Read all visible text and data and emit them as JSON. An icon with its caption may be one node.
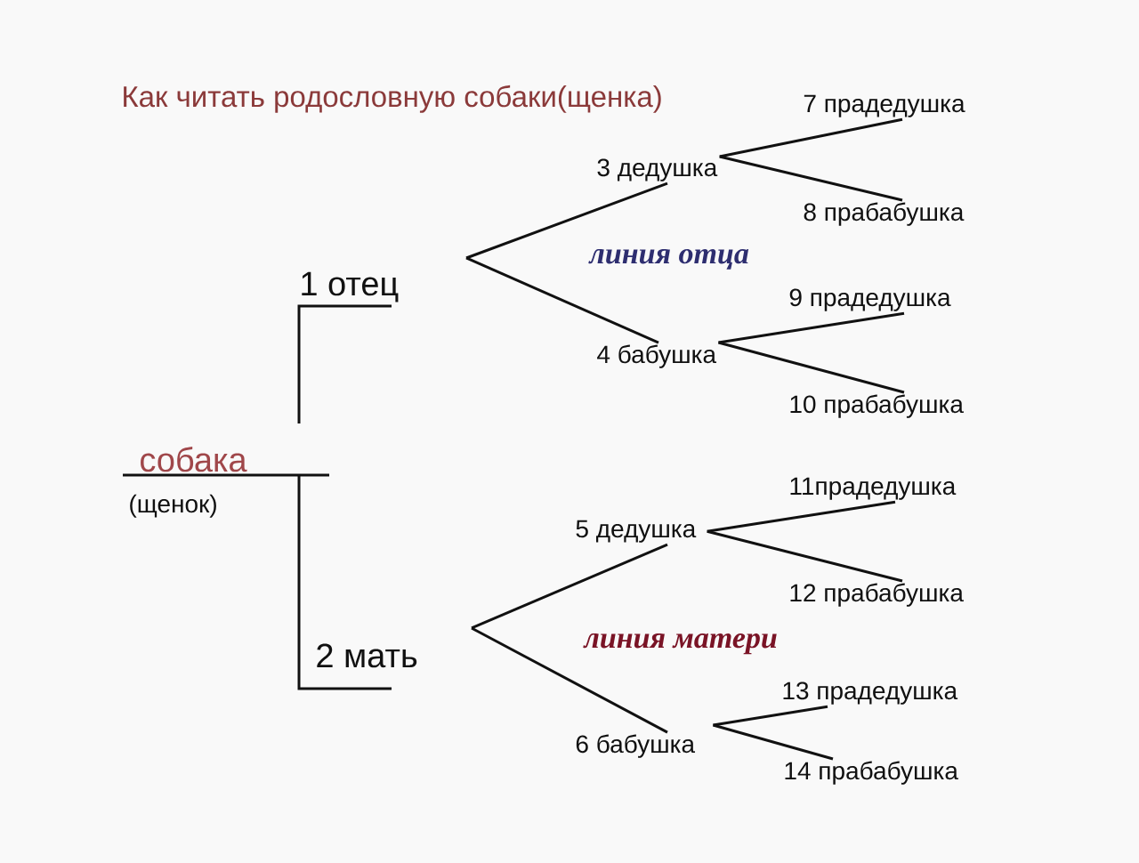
{
  "diagram": {
    "title": "Как читать родословную собаки(щенка)",
    "nodes": [
      {
        "text": [
          "собака"
        ],
        "beside": [
          "(щенок)"
        ]
      },
      {
        "text": [
          "1 отец"
        ]
      },
      {
        "text": [
          "2 мать"
        ]
      },
      {
        "text": [
          "3 дедушка"
        ]
      },
      {
        "text": [
          "4 бабушка"
        ]
      },
      {
        "text": [
          "5 дедушка"
        ]
      },
      {
        "text": [
          "6 бабушка"
        ]
      },
      {
        "text": [
          "7 прадедушка"
        ]
      },
      {
        "text": [
          "8 прабабушка"
        ]
      },
      {
        "text": [
          "9 прадедушка"
        ]
      },
      {
        "text": [
          "10 прабабушка"
        ]
      },
      {
        "text": [
          "11прадедушка"
        ]
      },
      {
        "text": [
          "12 прабабушка"
        ]
      },
      {
        "text": [
          "13 прадедушка"
        ]
      },
      {
        "text": [
          "14 прабабушка"
        ]
      }
    ],
    "edges": [
      {
        "from": 0,
        "to": 1,
        "arrow": "none"
      },
      {
        "from": 0,
        "to": 2,
        "arrow": "none"
      },
      {
        "from": null,
        "to": 3,
        "arrow": "none"
      },
      {
        "from": null,
        "to": 4,
        "arrow": "none"
      },
      {
        "from": null,
        "to": 5,
        "arrow": "none"
      },
      {
        "from": null,
        "to": 6,
        "arrow": "none"
      },
      {
        "from": 3,
        "to": 7,
        "arrow": "none"
      },
      {
        "from": 3,
        "to": 8,
        "arrow": "none"
      },
      {
        "from": 4,
        "to": 9,
        "arrow": "none"
      },
      {
        "from": 4,
        "to": 10,
        "arrow": "none"
      },
      {
        "from": 5,
        "to": 11,
        "arrow": "none"
      },
      {
        "from": 5,
        "to": 12,
        "arrow": "none"
      },
      {
        "from": 6,
        "to": 13,
        "arrow": "none"
      },
      {
        "from": 6,
        "to": 14,
        "arrow": "none"
      }
    ],
    "labels": [
      "линия отца",
      "линия матери"
    ]
  }
}
